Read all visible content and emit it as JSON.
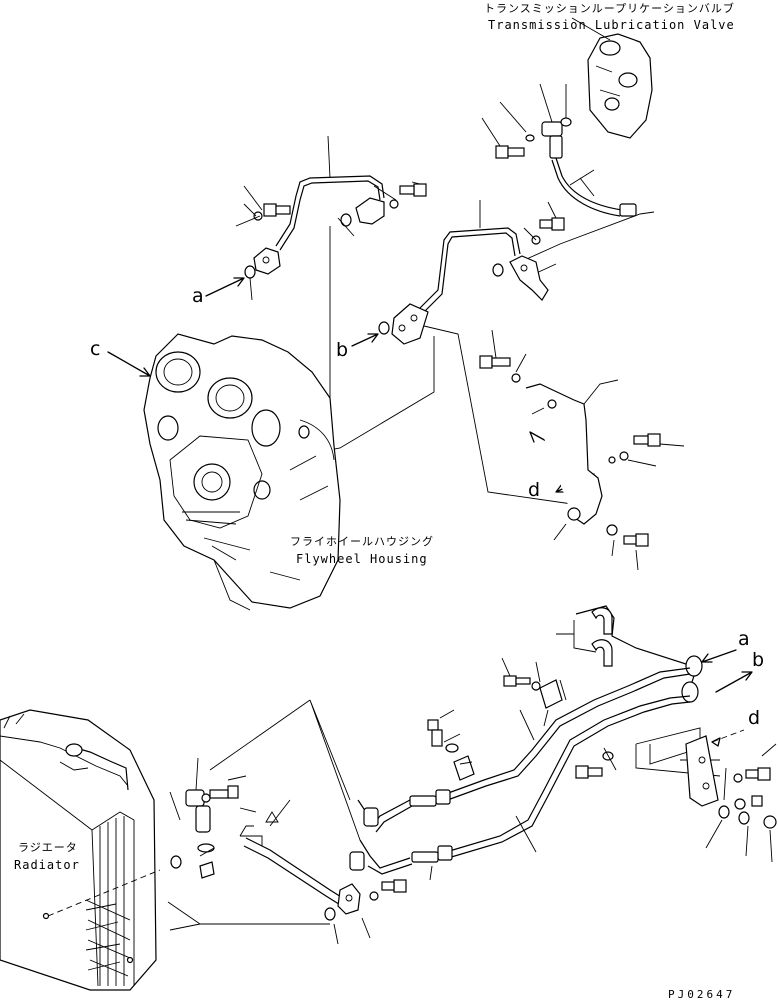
{
  "labels": {
    "transmission_valve_jp": "トランスミッションループリケーションバルブ",
    "transmission_valve_en": "Transmission Lubrication Valve",
    "flywheel_housing_jp": "フライホイールハウジング",
    "flywheel_housing_en": "Flywheel Housing",
    "radiator_jp": "ラジエータ",
    "radiator_en": "Radiator",
    "drawing_code": "PJ02647"
  },
  "reference_letters": {
    "a_upper": "a",
    "b_upper": "b",
    "c_upper": "c",
    "c_housing": "c",
    "d_upper": "d",
    "a_lower": "a",
    "b_lower": "b",
    "d_lower": "d"
  }
}
